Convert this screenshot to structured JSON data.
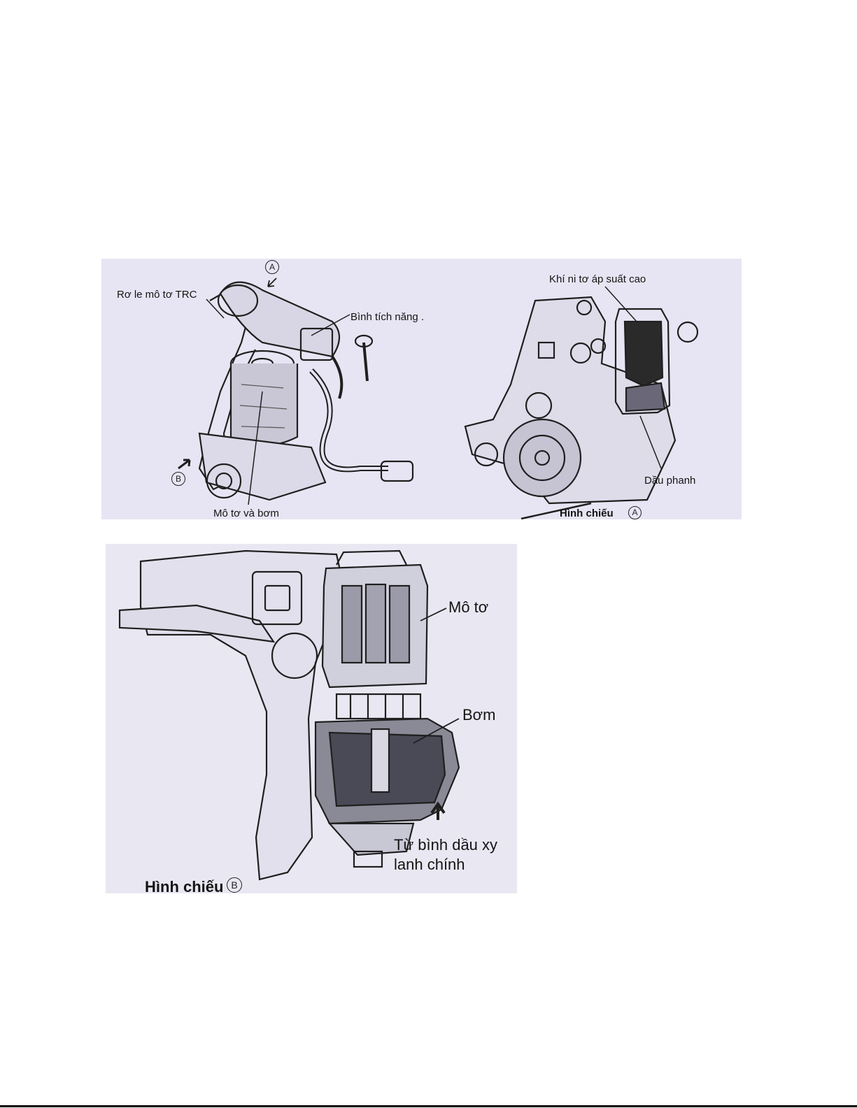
{
  "colors": {
    "panel_background": "#e7e5f3",
    "line_art": "#1f1f1f",
    "dark_fill": "#2a2a2a"
  },
  "top_figure": {
    "label_relay": "Rơ le mô tơ TRC",
    "label_accumulator": "Bình tích năng .",
    "label_motor_pump": "Mô tơ và bơm",
    "label_nitrogen": "Khí ni tơ áp suất cao",
    "label_brake_fluid": "Dầu phanh",
    "label_view_a": "Hình chiếu",
    "marker_a": "A",
    "marker_b": "B"
  },
  "bottom_figure": {
    "label_motor": "Mô tơ",
    "label_pump": "Bơm",
    "label_reservoir_line1": "Từ bình dầu xy",
    "label_reservoir_line2": "lanh chính",
    "label_view_b": "Hình chiếu",
    "marker_b": "B"
  }
}
